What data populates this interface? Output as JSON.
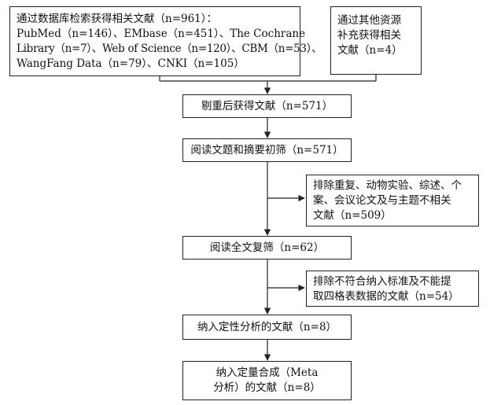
{
  "search_box": {
    "lines": [
      "通过数据库检索获得相关文献（n=961）：",
      "PubMed（n=146）、EMbase（n=451）、The Cochrane",
      "Library（n=7）、Web of Science（n=120）、CBM（n=53）、",
      "WangFang Data（n=79）、CNKI（n=105）"
    ]
  },
  "other_box": {
    "lines": [
      "通过其他资源",
      "补充获得相关",
      "文献（n=4）"
    ]
  },
  "dedup_box": {
    "lines": [
      "剔重后获得文献（n=571）"
    ]
  },
  "screen_box": {
    "lines": [
      "阅读文题和摘要初筛（n=571）"
    ]
  },
  "exclude1_box": {
    "lines": [
      "排除重复、动物实验、综述、个",
      "案、会议论文及与主题不相关",
      "文献（n=509）"
    ]
  },
  "fulltext_box": {
    "lines": [
      "阅读全文复筛（n=62）"
    ]
  },
  "exclude2_box": {
    "lines": [
      "排除不符合纳入标准及不能提",
      "取四格表数据的文献（n=54）"
    ]
  },
  "qualitative_box": {
    "lines": [
      "纳入定性分析的文献（n=8）"
    ]
  },
  "meta_box": {
    "lines": [
      "纳入定量合成（Meta",
      "分析）的文献（n=8）"
    ]
  }
}
